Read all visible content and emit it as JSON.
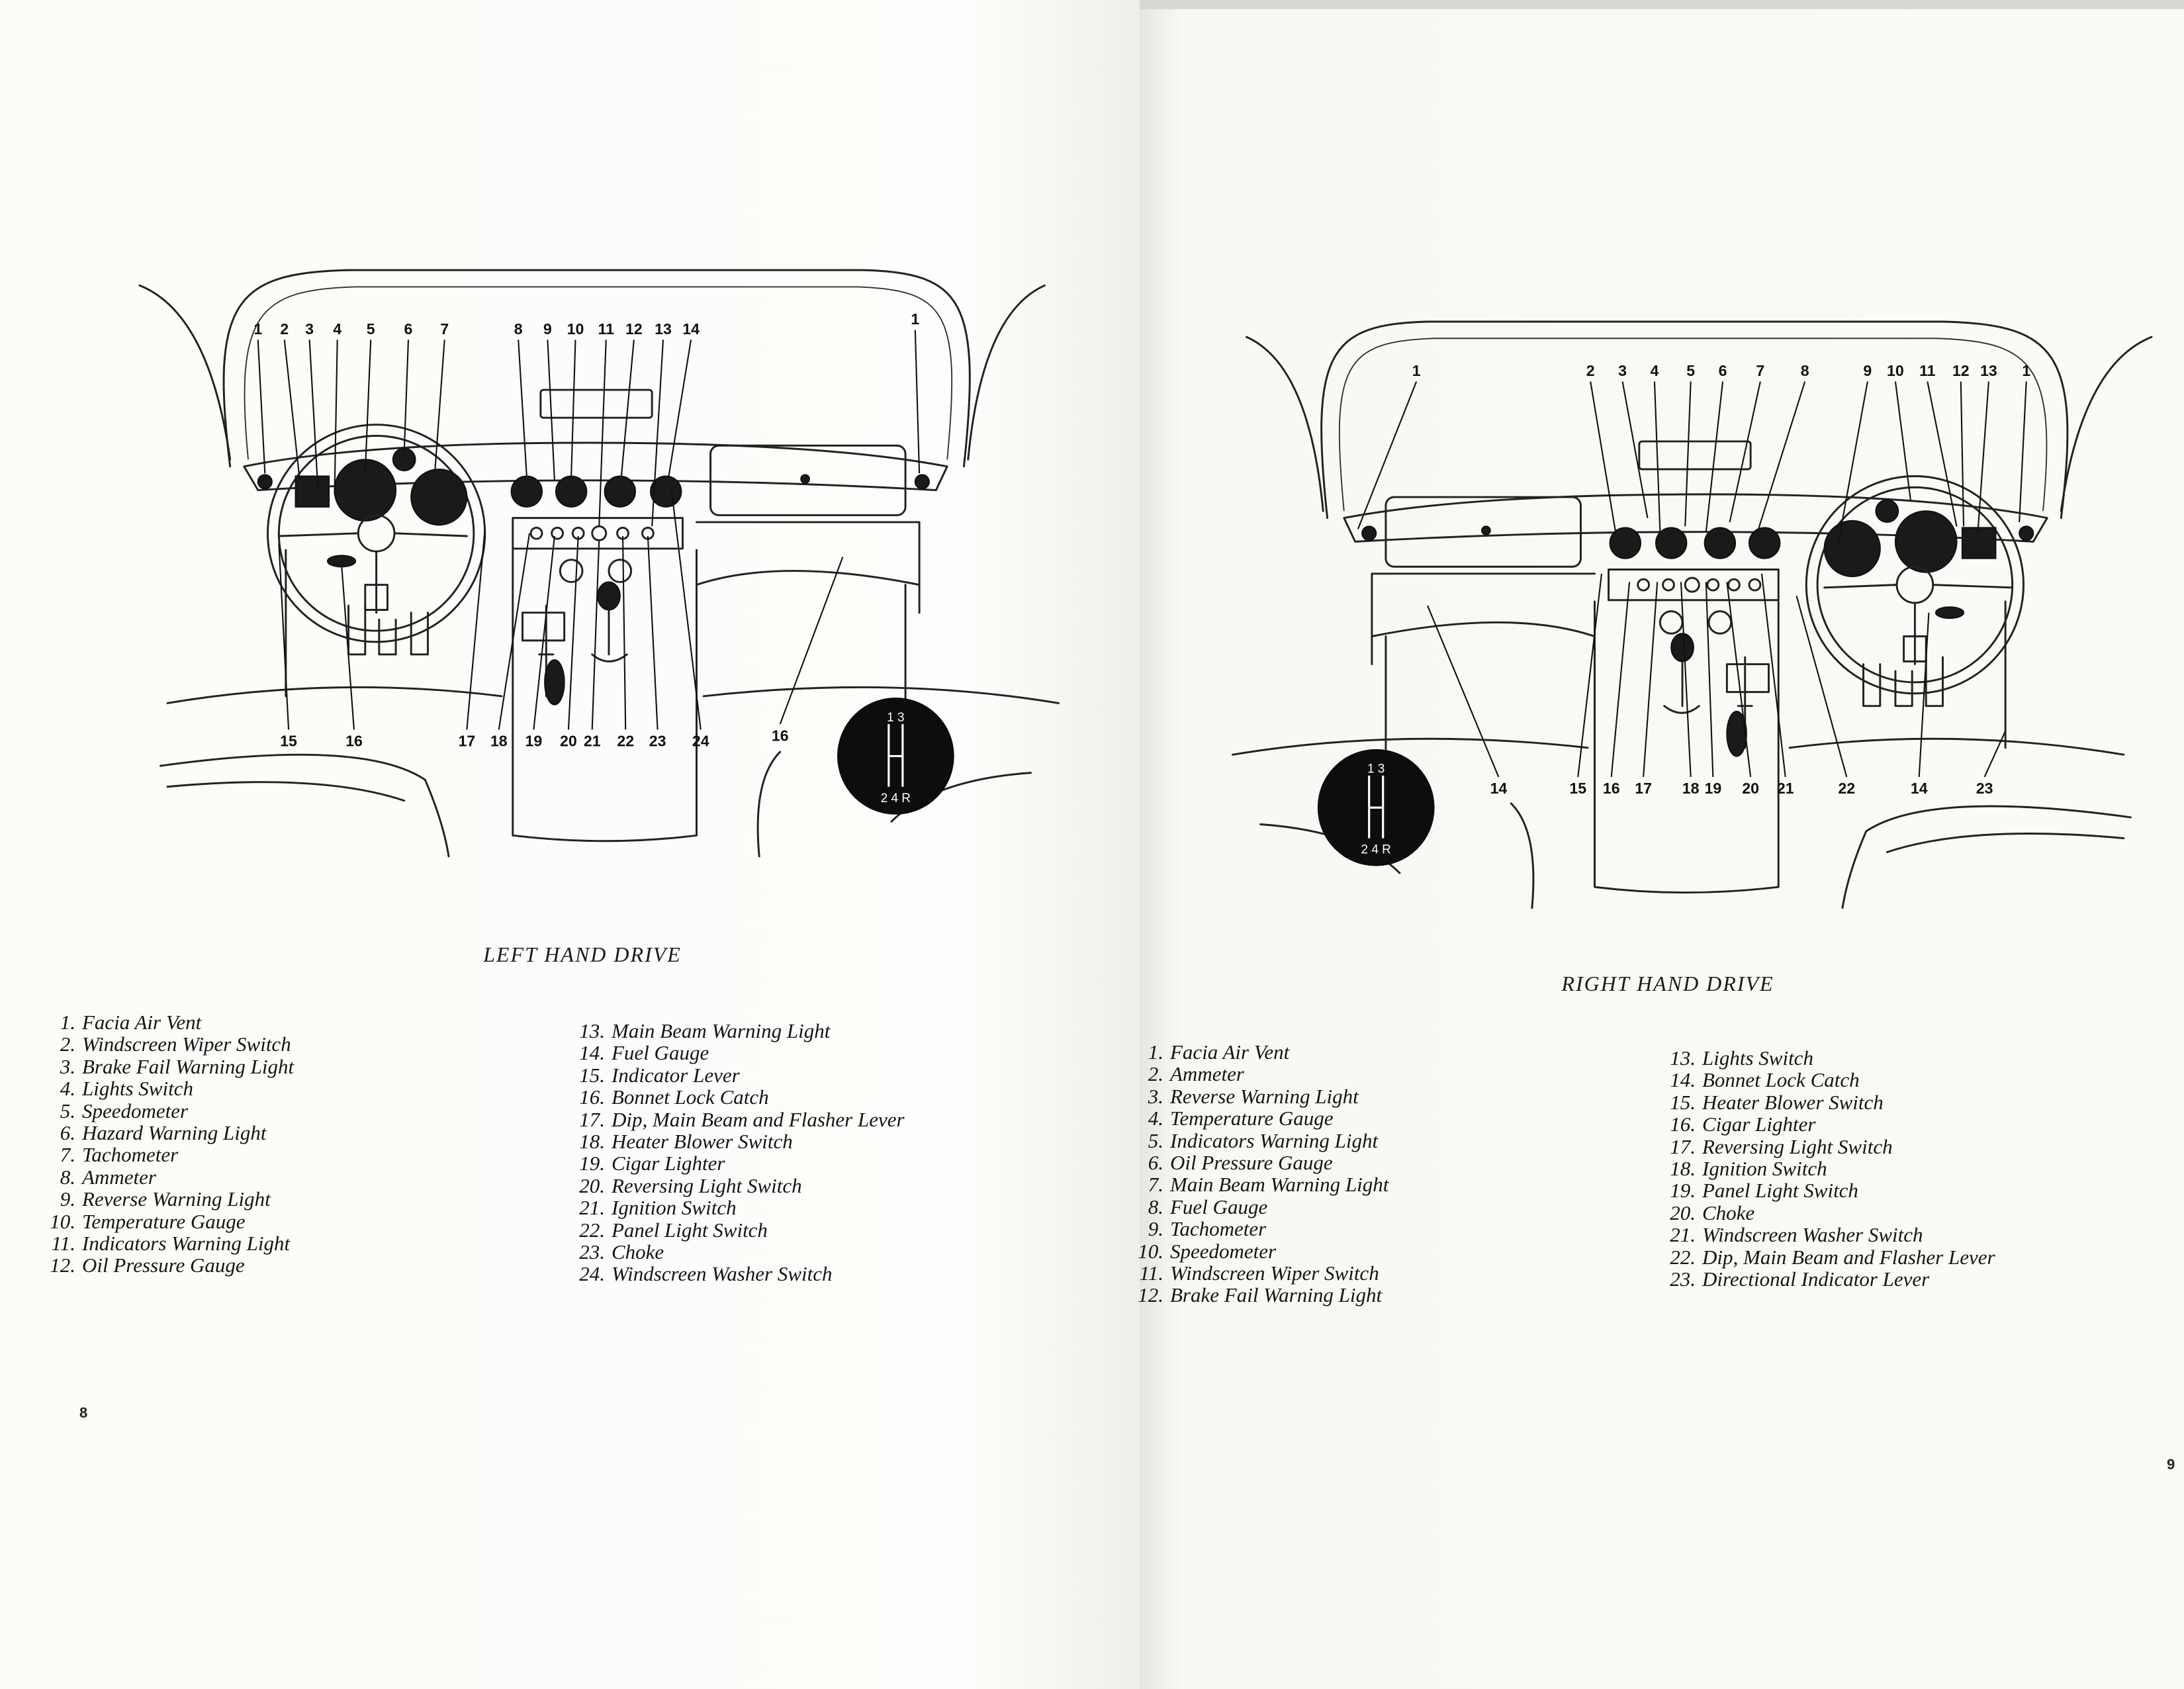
{
  "left_page": {
    "caption": "LEFT HAND DRIVE",
    "page_number": "8",
    "callouts_top": [
      "1",
      "2",
      "3",
      "4",
      "5",
      "6",
      "7",
      "8",
      "9",
      "10",
      "11",
      "12",
      "13",
      "14",
      "1"
    ],
    "callouts_bottom": [
      "15",
      "16",
      "17",
      "18",
      "19",
      "20",
      "21",
      "22",
      "23",
      "24",
      "16"
    ],
    "gear_pattern": {
      "top": "1 3",
      "bottom": "2 4 R"
    },
    "legend": [
      {
        "num": "1.",
        "label": "Facia Air Vent"
      },
      {
        "num": "2.",
        "label": "Windscreen Wiper Switch"
      },
      {
        "num": "3.",
        "label": "Brake Fail Warning Light"
      },
      {
        "num": "4.",
        "label": "Lights Switch"
      },
      {
        "num": "5.",
        "label": "Speedometer"
      },
      {
        "num": "6.",
        "label": "Hazard Warning Light"
      },
      {
        "num": "7.",
        "label": "Tachometer"
      },
      {
        "num": "8.",
        "label": "Ammeter"
      },
      {
        "num": "9.",
        "label": "Reverse Warning Light"
      },
      {
        "num": "10.",
        "label": "Temperature Gauge"
      },
      {
        "num": "11.",
        "label": "Indicators Warning Light"
      },
      {
        "num": "12.",
        "label": "Oil Pressure Gauge"
      },
      {
        "num": "13.",
        "label": "Main Beam Warning Light"
      },
      {
        "num": "14.",
        "label": "Fuel Gauge"
      },
      {
        "num": "15.",
        "label": "Indicator Lever"
      },
      {
        "num": "16.",
        "label": "Bonnet Lock Catch"
      },
      {
        "num": "17.",
        "label": "Dip, Main Beam and Flasher Lever"
      },
      {
        "num": "18.",
        "label": "Heater Blower Switch"
      },
      {
        "num": "19.",
        "label": "Cigar Lighter"
      },
      {
        "num": "20.",
        "label": "Reversing Light Switch"
      },
      {
        "num": "21.",
        "label": "Ignition Switch"
      },
      {
        "num": "22.",
        "label": "Panel Light Switch"
      },
      {
        "num": "23.",
        "label": "Choke"
      },
      {
        "num": "24.",
        "label": "Windscreen Washer Switch"
      }
    ]
  },
  "right_page": {
    "caption": "RIGHT HAND DRIVE",
    "page_number": "9",
    "callouts_top": [
      "1",
      "2",
      "3",
      "4",
      "5",
      "6",
      "7",
      "8",
      "9",
      "10",
      "11",
      "12",
      "13",
      "1"
    ],
    "callouts_bottom": [
      "14",
      "15",
      "16",
      "17",
      "18",
      "19",
      "20",
      "21",
      "22",
      "14",
      "23"
    ],
    "gear_pattern": {
      "top": "1 3",
      "bottom": "2 4 R"
    },
    "legend": [
      {
        "num": "1.",
        "label": "Facia Air Vent"
      },
      {
        "num": "2.",
        "label": "Ammeter"
      },
      {
        "num": "3.",
        "label": "Reverse Warning Light"
      },
      {
        "num": "4.",
        "label": "Temperature Gauge"
      },
      {
        "num": "5.",
        "label": "Indicators Warning Light"
      },
      {
        "num": "6.",
        "label": "Oil Pressure Gauge"
      },
      {
        "num": "7.",
        "label": "Main Beam Warning Light"
      },
      {
        "num": "8.",
        "label": "Fuel Gauge"
      },
      {
        "num": "9.",
        "label": "Tachometer"
      },
      {
        "num": "10.",
        "label": "Speedometer"
      },
      {
        "num": "11.",
        "label": "Windscreen Wiper Switch"
      },
      {
        "num": "12.",
        "label": "Brake Fail Warning Light"
      },
      {
        "num": "13.",
        "label": "Lights Switch"
      },
      {
        "num": "14.",
        "label": "Bonnet Lock Catch"
      },
      {
        "num": "15.",
        "label": "Heater Blower Switch"
      },
      {
        "num": "16.",
        "label": "Cigar Lighter"
      },
      {
        "num": "17.",
        "label": "Reversing Light Switch"
      },
      {
        "num": "18.",
        "label": "Ignition Switch"
      },
      {
        "num": "19.",
        "label": "Panel Light Switch"
      },
      {
        "num": "20.",
        "label": "Choke"
      },
      {
        "num": "21.",
        "label": "Windscreen Washer Switch"
      },
      {
        "num": "22.",
        "label": "Dip, Main Beam and Flasher Lever"
      },
      {
        "num": "23.",
        "label": "Directional Indicator Lever"
      }
    ]
  }
}
